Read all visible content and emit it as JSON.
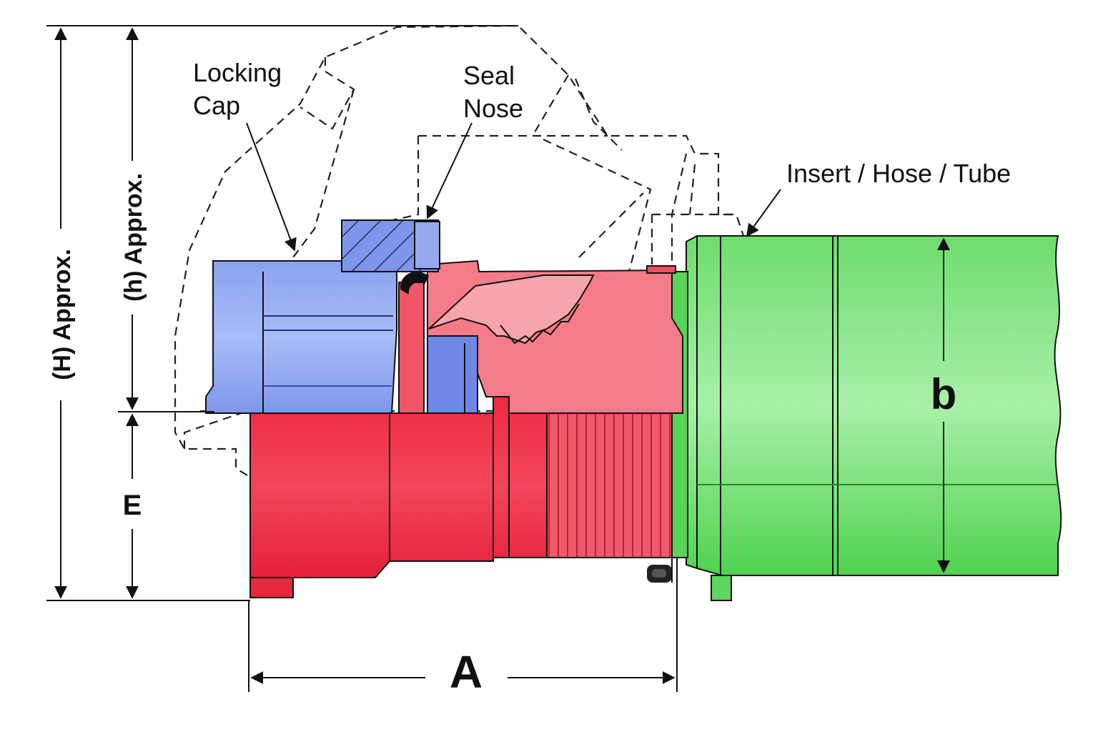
{
  "labels": {
    "locking_cap": [
      "Locking",
      "Cap"
    ],
    "seal_nose": [
      "Seal",
      "Nose"
    ],
    "insert": "Insert / Hose / Tube"
  },
  "dimensions": {
    "H": "(H)  Approx.",
    "h": "(h)  Approx.",
    "E": "E",
    "A": "A",
    "b": "b"
  },
  "colors": {
    "coupling_red": "#f0485a",
    "coupling_pink": "#f4808a",
    "cap_blue": "#8fa6f2",
    "cap_blue_dark": "#6f88e8",
    "insert_green": "#7ee07e",
    "insert_green_light": "#a6efa6"
  }
}
